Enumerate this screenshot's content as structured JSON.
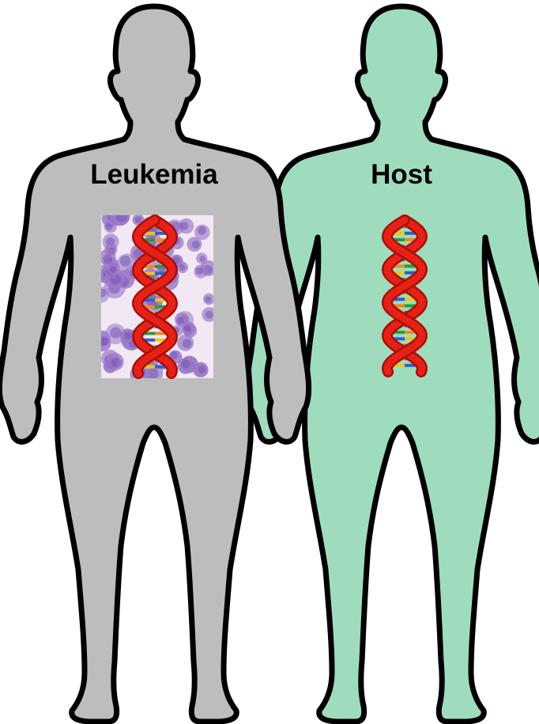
{
  "figures": [
    {
      "label": "Leukemia",
      "fill_color": "#bdbdbd",
      "outline_color": "#000000",
      "inset": "leukemia-cell-micrograph-with-dna-helix"
    },
    {
      "label": "Host",
      "fill_color": "#9fdcbd",
      "outline_color": "#000000",
      "inset": "dna-helix"
    }
  ],
  "colors": {
    "micrograph_background": "#f1e8f3",
    "cell_color": "#9b78c7",
    "nucleus_color": "#6f4fb0",
    "helix_strand": "#e52218",
    "helix_strand_shadow": "#a80f08",
    "base_pair_colors": [
      "#f2c511",
      "#2a9a3a",
      "#2d5fd4",
      "#f08a1c"
    ]
  }
}
